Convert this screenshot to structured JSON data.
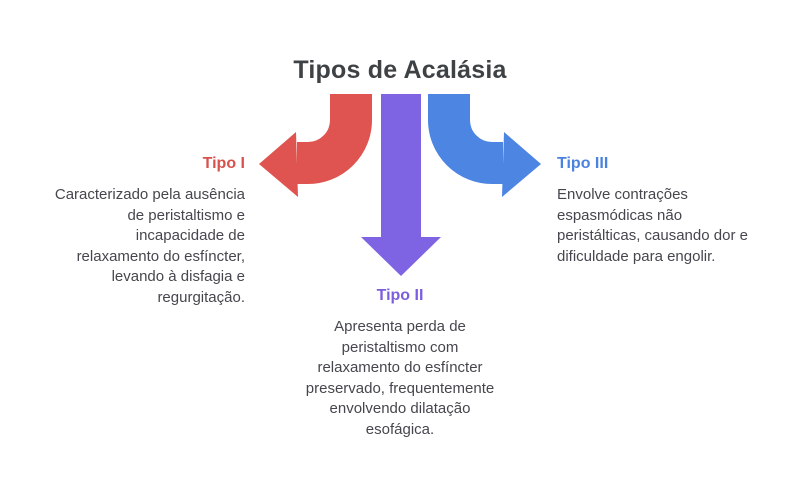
{
  "title": "Tipos de Acalásia",
  "colors": {
    "arrow_red": "#df5450",
    "arrow_purple": "#7e63e2",
    "arrow_blue": "#4c85e2",
    "heading_red": "#d8514d",
    "heading_purple": "#7b5edd",
    "heading_blue": "#4c82df",
    "title_text": "#3f4245",
    "body_text": "#46464e",
    "background": "#ffffff"
  },
  "types": [
    {
      "id": "tipo-1",
      "label": "Tipo I",
      "description": "Caracterizado pela ausência\nde peristaltismo e\nincapacidade de\nrelaxamento do esfíncter,\nlevando à disfagia e\nregurgitação.",
      "arrow": "curved-left",
      "color": "#df5450"
    },
    {
      "id": "tipo-2",
      "label": "Tipo II",
      "description": "Apresenta perda de\nperistaltismo com\nrelaxamento do esfíncter\npreservado, frequentemente\nenvolvendo dilatação\nesofágica.",
      "arrow": "straight-down",
      "color": "#7e63e2"
    },
    {
      "id": "tipo-3",
      "label": "Tipo III",
      "description": "Envolve contrações\nespasmódicas não\nperistálticas, causando dor e\ndificuldade para engolir.",
      "arrow": "curved-right",
      "color": "#4c85e2"
    }
  ]
}
